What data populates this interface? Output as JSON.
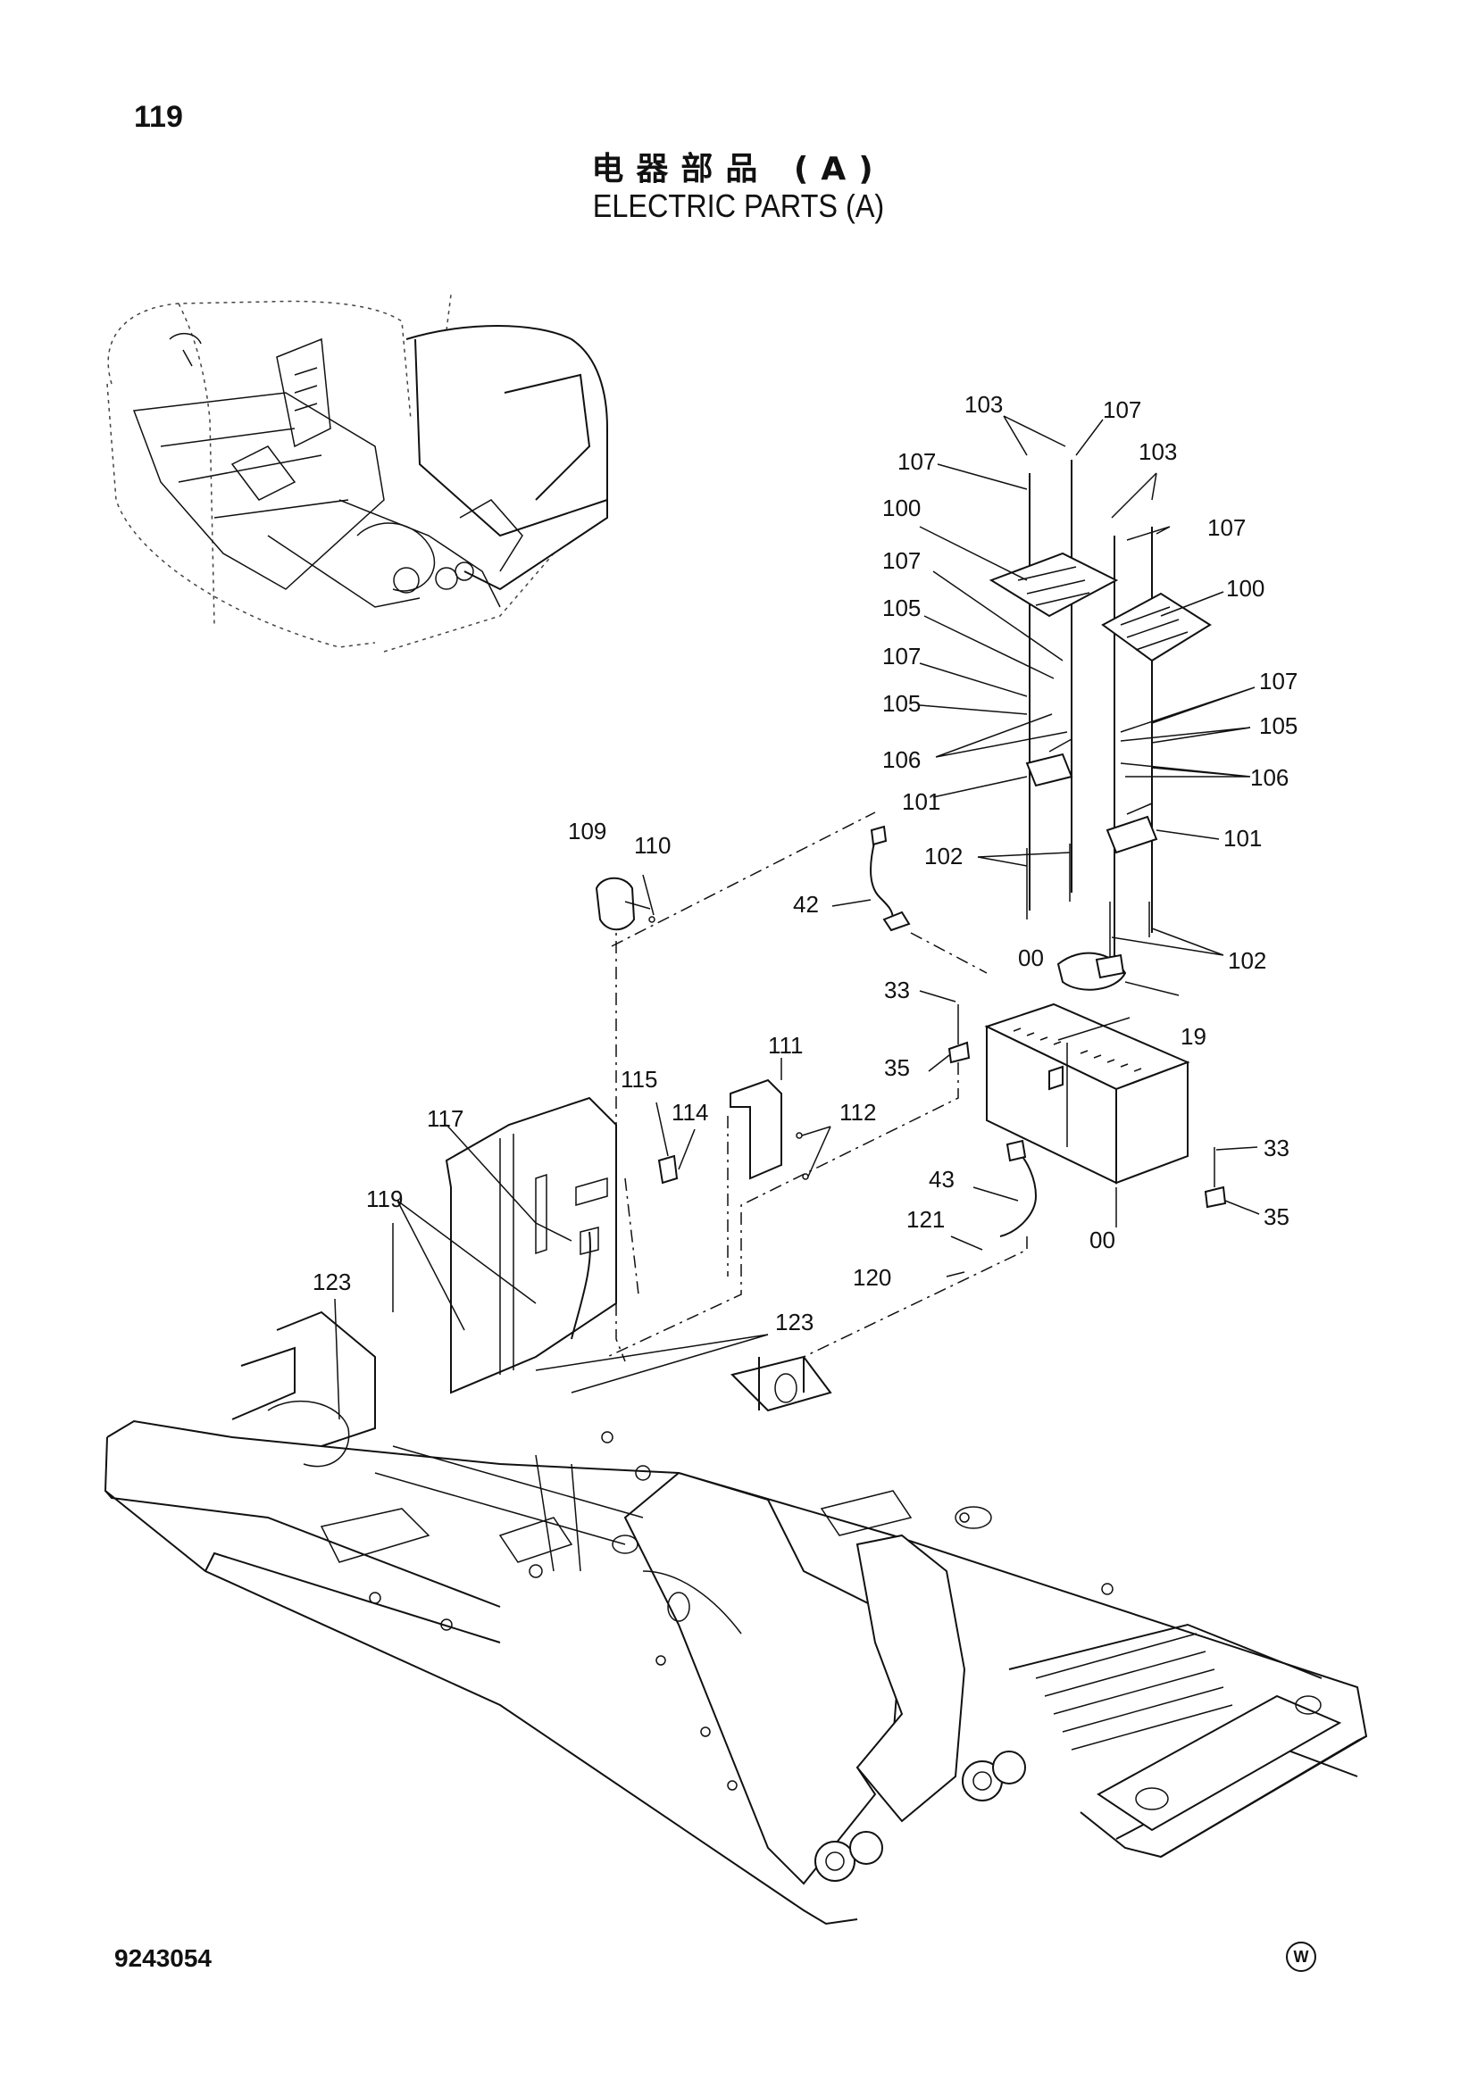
{
  "header": {
    "page_number": "119",
    "title_cn": "电器部品 (A)",
    "title_en": "ELECTRIC PARTS (A)"
  },
  "footer": {
    "drawing_number": "9243054",
    "mark": "W"
  },
  "callouts": [
    "103",
    "107",
    "107",
    "103",
    "107",
    "100",
    "100",
    "107",
    "105",
    "107",
    "105",
    "107",
    "105",
    "106",
    "106",
    "101",
    "101",
    "102",
    "102",
    "109",
    "110",
    "42",
    "00",
    "33",
    "19",
    "35",
    "111",
    "115",
    "114",
    "112",
    "117",
    "33",
    "43",
    "35",
    "119",
    "121",
    "00",
    "120",
    "123",
    "123"
  ]
}
